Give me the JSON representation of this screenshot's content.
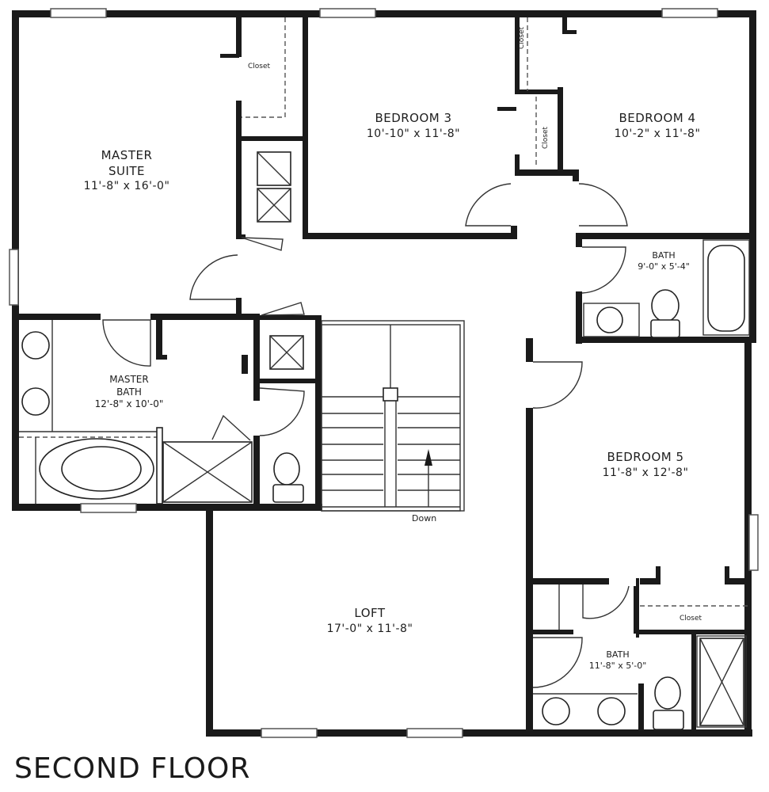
{
  "plan": {
    "title": "SECOND FLOOR",
    "stair_label": "Down"
  },
  "rooms": {
    "master_suite": {
      "name_line1": "MASTER",
      "name_line2": "SUITE",
      "dims": "11'-8\" x 16'-0\""
    },
    "bedroom3": {
      "name": "BEDROOM 3",
      "dims": "10'-10\" x 11'-8\""
    },
    "bedroom4": {
      "name": "BEDROOM 4",
      "dims": "10'-2\" x 11'-8\""
    },
    "bath_upper": {
      "name": "BATH",
      "dims": "9'-0\" x 5'-4\""
    },
    "master_bath": {
      "name_line1": "MASTER",
      "name_line2": "BATH",
      "dims": "12'-8\" x 10'-0\""
    },
    "bedroom5": {
      "name": "BEDROOM 5",
      "dims": "11'-8\" x 12'-8\""
    },
    "loft": {
      "name": "LOFT",
      "dims": "17'-0\" x 11'-8\""
    },
    "bath_lower": {
      "name": "BATH",
      "dims": "11'-8\" x 5'-0\""
    }
  },
  "closets": {
    "master_closet": "Closet",
    "bed3_closet": "Closet",
    "bed4_closet": "Closet",
    "bed5_closet": "Closet"
  }
}
